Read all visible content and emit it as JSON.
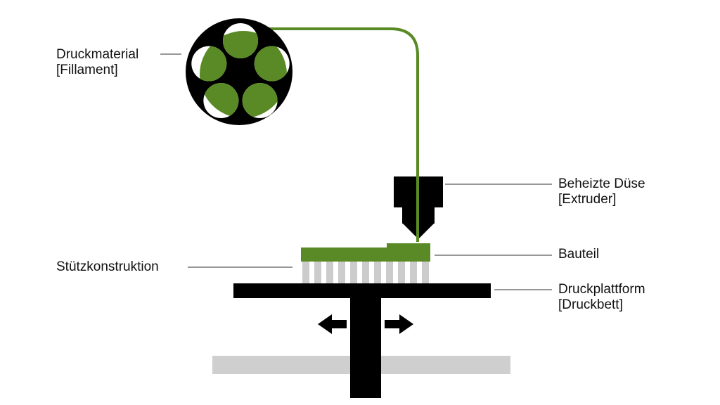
{
  "diagram": {
    "title": "FDM 3D printer schematic",
    "colors": {
      "filament": "#5a8a26",
      "frame": "#000000",
      "support": "#cccccc",
      "base": "#cfcfcf",
      "leader": "#777777",
      "text": "#111111"
    },
    "labels": {
      "material": {
        "line1": "Druckmaterial",
        "line2": "[Fillament]"
      },
      "nozzle": {
        "line1": "Beheizte Düse",
        "line2": "[Extruder]"
      },
      "part": {
        "line1": "Bauteil"
      },
      "support": {
        "line1": "Stützkonstruktion"
      },
      "platform": {
        "line1": "Druckplattform",
        "line2": "[Druckbett]"
      }
    },
    "support_bar_count": 11,
    "spool_hole_count": 5,
    "motion_arrows": [
      "left",
      "right"
    ]
  }
}
